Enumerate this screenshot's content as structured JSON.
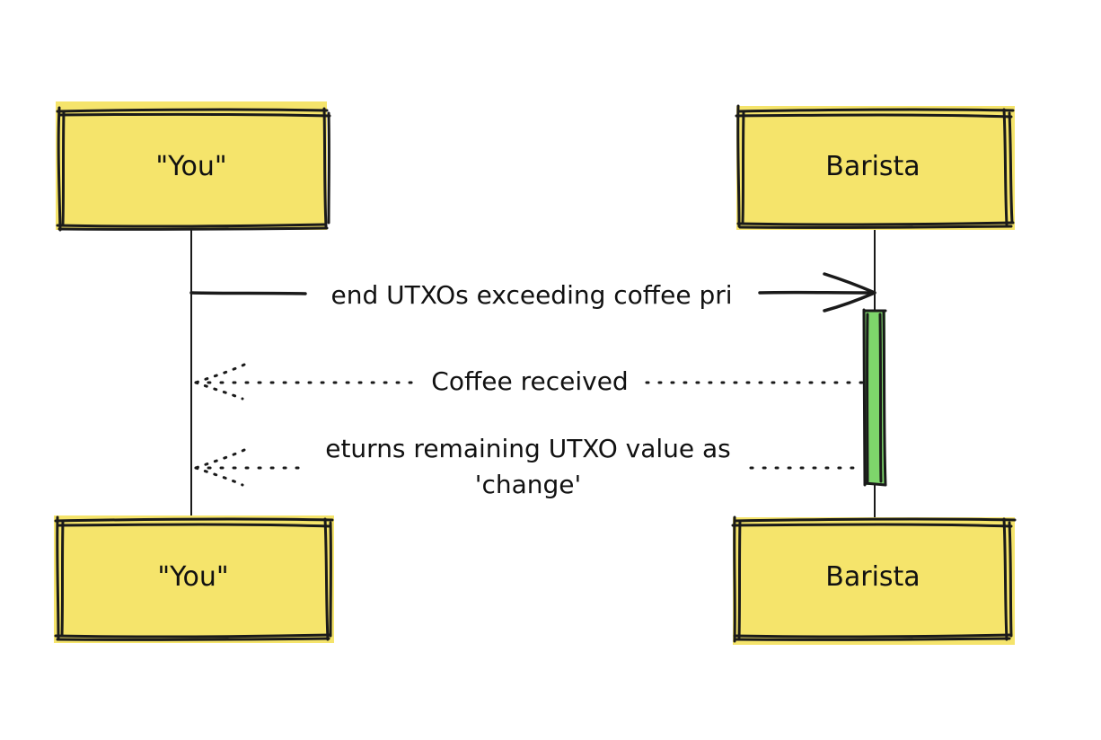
{
  "diagram": {
    "type": "sequence",
    "colors": {
      "actor_fill": "#f5e46b",
      "activation_fill": "#7ed66b",
      "stroke": "#1a1a1a",
      "background": "#ffffff"
    },
    "actors": {
      "you_top": "\"You\"",
      "barista_top": "Barista",
      "you_bottom": "\"You\"",
      "barista_bottom": "Barista"
    },
    "messages": {
      "send_utxos": "end UTXOs exceeding coffee pri",
      "coffee_received": "Coffee received",
      "returns_line1": "eturns remaining UTXO value as",
      "returns_line2": "'change'"
    }
  }
}
